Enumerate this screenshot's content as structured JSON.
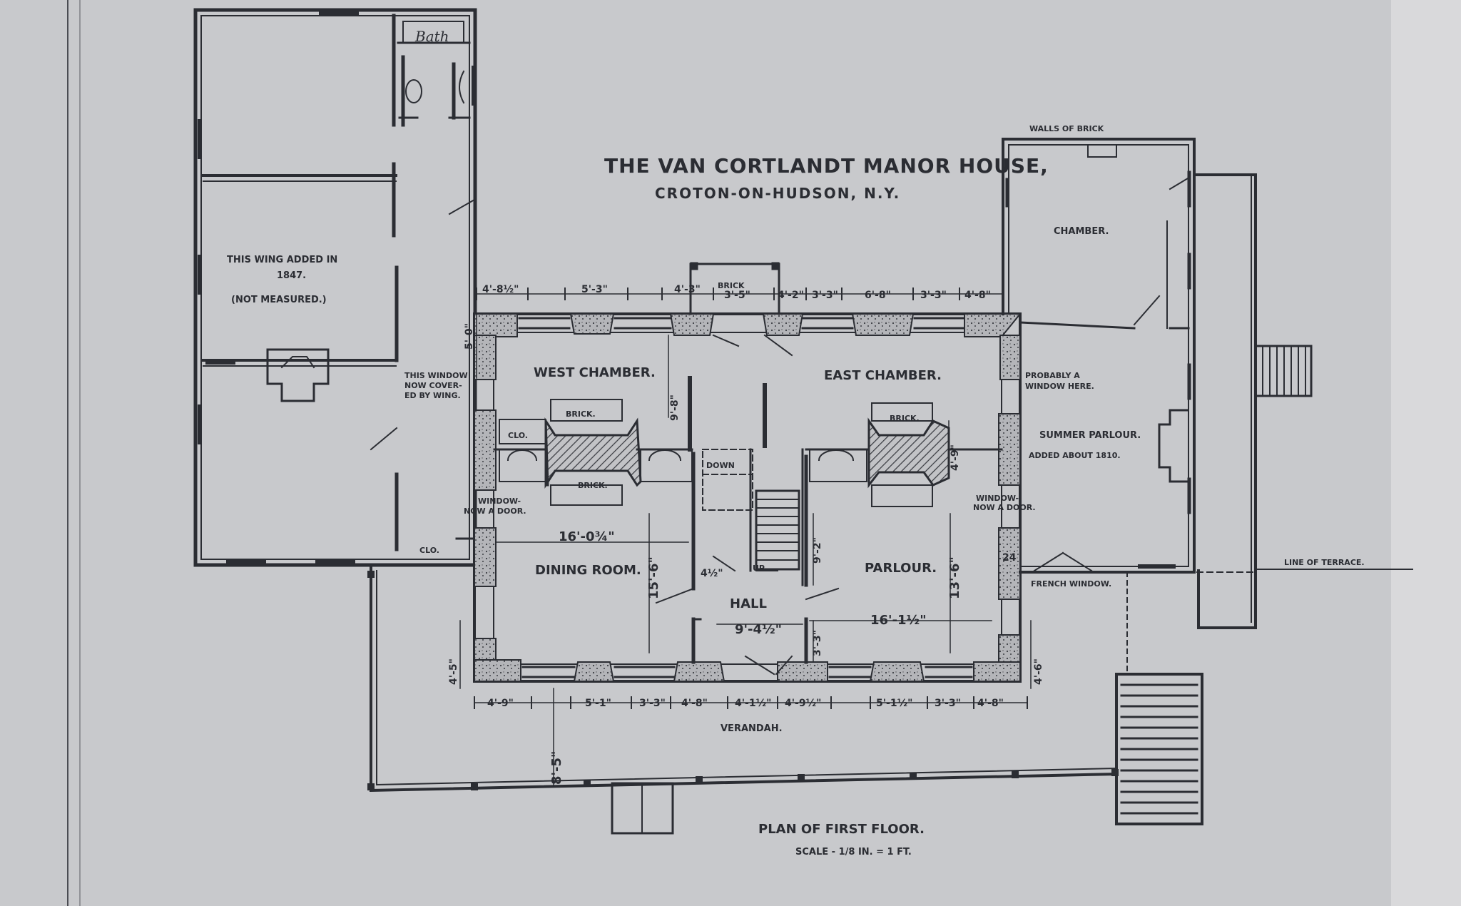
{
  "title": "THE VAN CORTLANDT MANOR HOUSE,",
  "subtitle": "CROTON-ON-HUDSON, N.Y.",
  "plan_title": "PLAN OF FIRST FLOOR.",
  "scale": "SCALE - 1/8 IN. = 1 FT.",
  "rooms": {
    "west_chamber": "WEST CHAMBER.",
    "east_chamber": "EAST CHAMBER.",
    "dining_room": "DINING ROOM.",
    "parlour": "PARLOUR.",
    "hall": "HALL",
    "verandah": "VERANDAH.",
    "chamber": "CHAMBER.",
    "summer_parlour": "SUMMER PARLOUR.",
    "summer_parlour_note": "ADDED ABOUT 1810.",
    "bath": "Bath"
  },
  "notes": {
    "wing_1": "THIS WING ADDED IN",
    "wing_2": "1847.",
    "wing_3": "(NOT MEASURED.)",
    "window_cov_1": "THIS WINDOW",
    "window_cov_2": "NOW COVER-",
    "window_cov_3": "ED BY WING.",
    "walls_of_brick": "WALLS OF BRICK",
    "probably_1": "PROBABLY A",
    "probably_2": "WINDOW HERE.",
    "window_door_w1": "WINDOW-",
    "window_door_w2": "NOW A DOOR.",
    "window_door_e1": "WINDOW-",
    "window_door_e2": "NOW A DOOR.",
    "french_window": "FRENCH WINDOW.",
    "line_of_terrace": "LINE OF TERRACE.",
    "brick": "BRICK.",
    "brick_small": "BRICK",
    "clo": "CLO.",
    "down": "DOWN",
    "up": "UP"
  },
  "dimensions": {
    "top_1": "4'-8½\"",
    "top_2": "5'-3\"",
    "top_3": "4'-3\"",
    "top_4": "3'-5\"",
    "top_5": "4'-2\"",
    "top_6": "3'-3\"",
    "top_7": "6'-8\"",
    "top_8": "3'-3\"",
    "top_9": "4'-8\"",
    "bot_1": "4'-9\"",
    "bot_2": "5'-1\"",
    "bot_3": "3'-3\"",
    "bot_4": "4'-8\"",
    "bot_5": "4'-1½\"",
    "bot_6": "4'-9½\"",
    "bot_7": "5'-1½\"",
    "bot_8": "3'-3\"",
    "bot_9": "4'-8\"",
    "w_5_0": "5'-0\"",
    "w_9_8": "9'-8\"",
    "w_16_0": "16'-0¾\"",
    "w_15_6": "15'-6\"",
    "w_4_3": "4½\"",
    "w_4_5": "4'-5\"",
    "e_4_9": "4'-9\"",
    "e_13_6": "13'-6\"",
    "e_16_1": "16'-1½\"",
    "e_4_6": "4'-6\"",
    "e_24": "24",
    "h_9_4": "9'-4½\"",
    "h_9_2": "9'-2\"",
    "h_3_3": "3'-3\"",
    "ver_8_5": "8'-5\""
  }
}
